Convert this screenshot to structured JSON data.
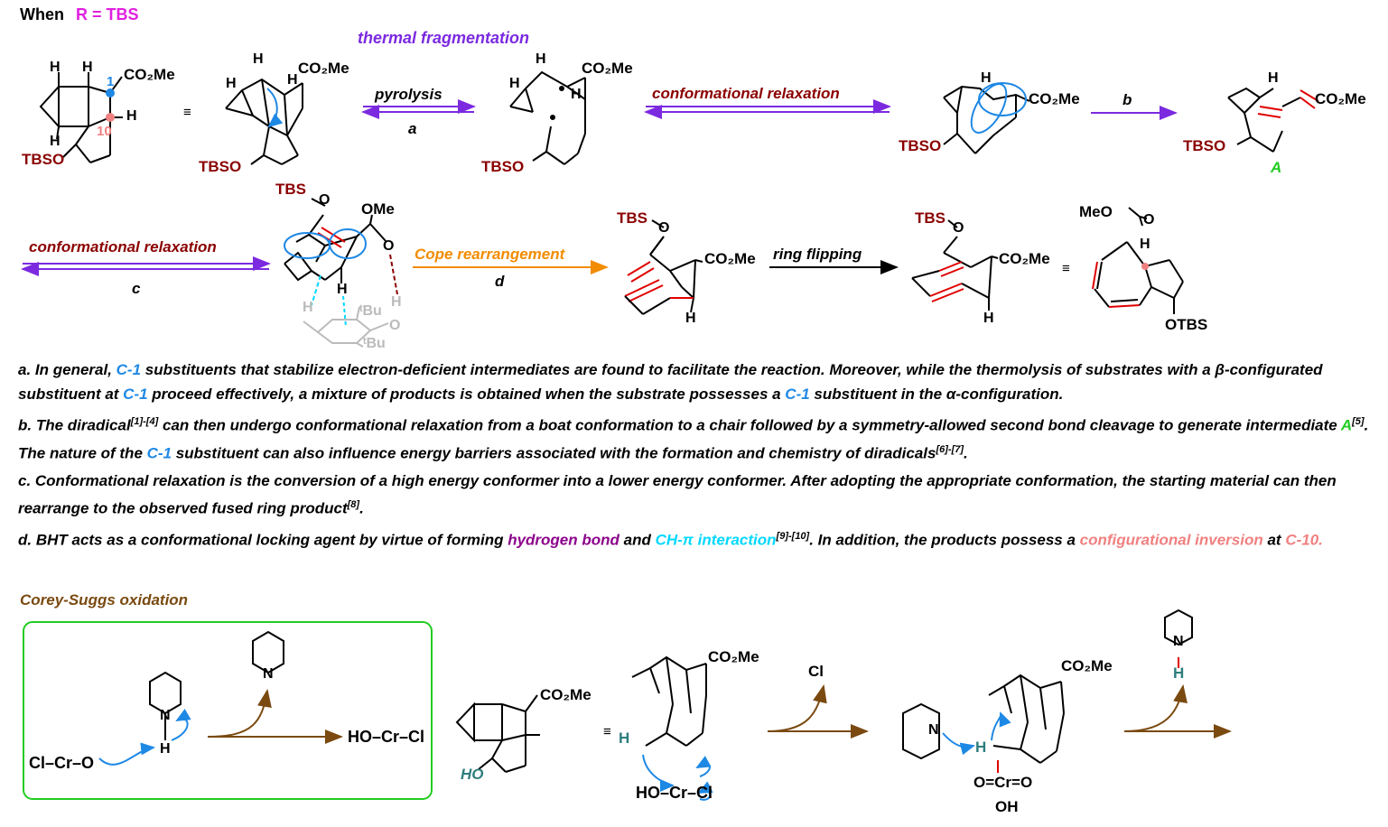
{
  "header": {
    "when": "When",
    "r_eq": "R = TBS"
  },
  "row1": {
    "thermal_fragmentation": "thermal fragmentation",
    "pyrolysis": "pyrolysis",
    "step_a": "a",
    "conformational_relaxation": "conformational relaxation",
    "step_b": "b",
    "intermediate_A": "A",
    "equiv": "≡",
    "co2me": "CO₂Me",
    "tbso": "TBSO",
    "h": "H",
    "num1": "1",
    "num10": "10"
  },
  "row2": {
    "conformational_relaxation": "conformational relaxation",
    "step_c": "c",
    "cope": "Cope rearrangement",
    "step_d": "d",
    "ring_flipping": "ring flipping",
    "tbs": "TBS",
    "ome": "OMe",
    "meo": "MeO",
    "otbs": "OTBS",
    "tbu1": "ᵗBu",
    "tbu2": "ᵗBu",
    "o": "O",
    "equiv": "≡"
  },
  "notes": {
    "a_1": "a. In general, ",
    "c1": "C-1",
    "a_2": " substituents that stabilize electron-deficient intermediates are found to facilitate the reaction. Moreover, while the thermolysis of substrates with a ",
    "beta": "β",
    "a_3": "-configurated substituent at ",
    "a_4": " proceed effectively, a mixture of products is obtained when the substrate possesses a ",
    "a_5": " substituent in the ",
    "alpha": "α",
    "a_6": "-configuration.",
    "b_1": "b. The diradical",
    "ref_1_4": "[1]-[4]",
    "b_2": " can then undergo conformational relaxation from a boat conformation to a chair followed by a symmetry-allowed second bond cleavage to generate intermediate ",
    "A": "A",
    "ref_5": "[5]",
    "b_3": ". The nature of the ",
    "b_4": " substituent can also influence energy barriers associated with the formation and chemistry of diradicals",
    "ref_6_7": "[6]-[7]",
    "b_5": ".",
    "c_1": "c. Conformational relaxation is the conversion of a high energy conformer into a lower energy conformer. After adopting the appropriate conformation, the starting material can then rearrange to the observed fused ring product",
    "ref_8": "[8]",
    "c_2": ".",
    "d_1": "d. BHT acts as a conformational locking agent by virtue of forming ",
    "hbond": "hydrogen bond",
    "d_2": " and ",
    "chpi": "CH-π interaction",
    "ref_9_10": "[9]-[10]",
    "d_3": ". In addition, the products possess a ",
    "inversion": "configurational inversion",
    "d_4": " at ",
    "c10": "C-10.",
    "d_5": ""
  },
  "corey": {
    "title": "Corey-Suggs oxidation",
    "cl_cr_o": "Cl–Cr–O",
    "ho_cr_cl": "HO–Cr–Cl",
    "n": "N",
    "h": "H",
    "cl": "Cl",
    "co2me": "CO₂Me",
    "ho": "HO",
    "oh": "OH",
    "o_cr_o": "O=Cr=O",
    "equiv": "≡",
    "ho_cr_cl2": "HO–Cr–Cl"
  },
  "colors": {
    "purple": "#7b2ae0",
    "dark_red": "#8b0000",
    "magenta": "#e020e0",
    "blue": "#1e88e5",
    "green": "#22cc22",
    "orange": "#f28c00",
    "brown": "#7a4a10",
    "salmon": "#f08080",
    "cyan": "#00d8ff",
    "teal": "#2e7d7d",
    "red": "#e00000",
    "grey": "#bbbbbb"
  }
}
